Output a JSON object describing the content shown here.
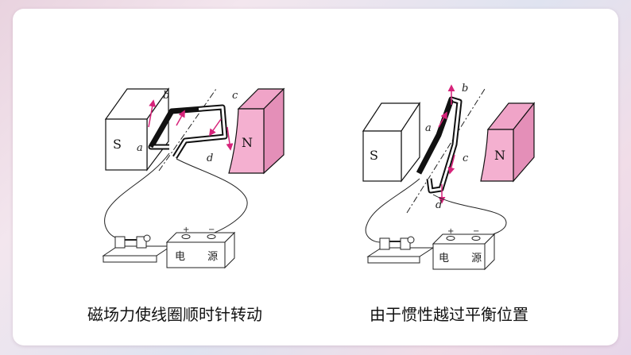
{
  "left_figure": {
    "magnet_s": "S",
    "magnet_n": "N",
    "labels": {
      "a": "a",
      "b": "b",
      "c": "c",
      "d": "d"
    },
    "power_supply": "电 源",
    "plus": "+",
    "minus": "−",
    "caption": "磁场力使线圈顺时针转动"
  },
  "right_figure": {
    "magnet_s": "S",
    "magnet_n": "N",
    "labels": {
      "a": "a",
      "b": "b",
      "c": "c",
      "d": "d"
    },
    "power_supply": "电 源",
    "plus": "+",
    "minus": "−",
    "caption": "由于惯性越过平衡位置"
  },
  "colors": {
    "n_pole": "#f0a4c8",
    "s_pole": "#ffffff",
    "arrow": "#d6237a",
    "coil": "#111111"
  }
}
